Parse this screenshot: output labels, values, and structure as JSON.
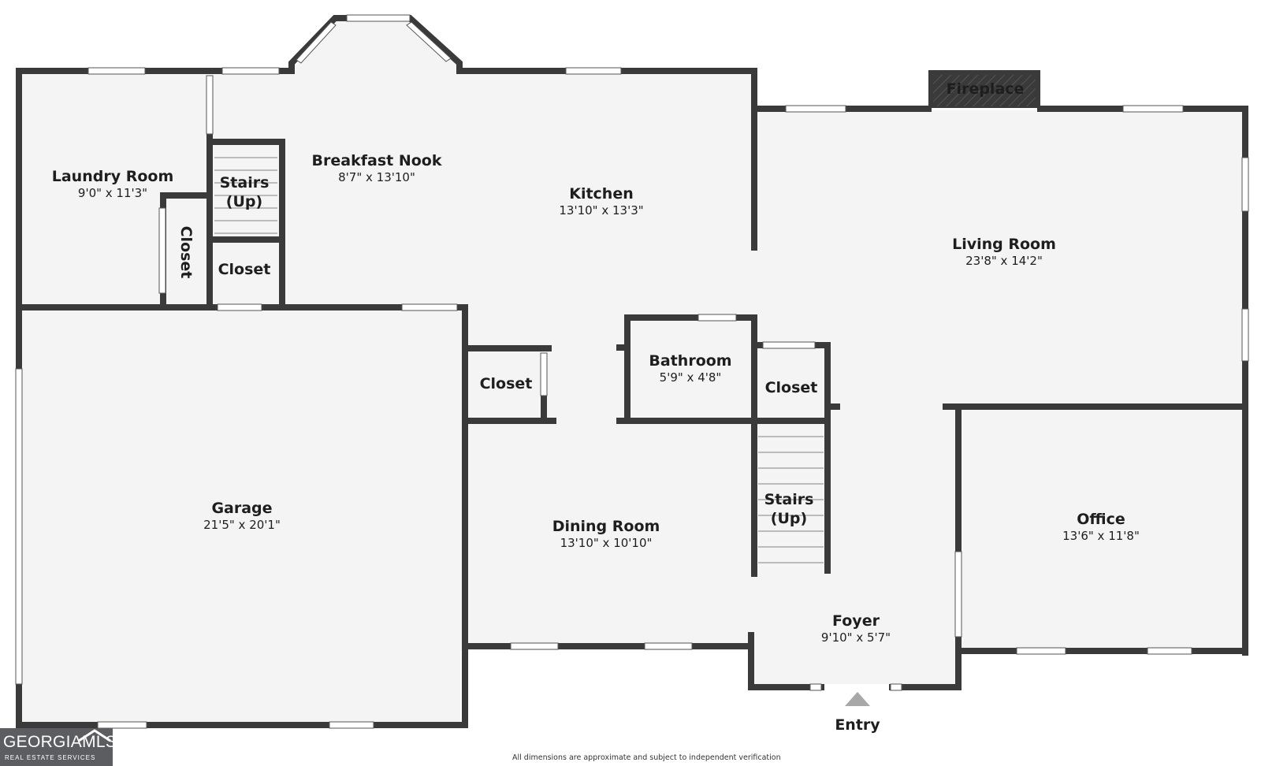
{
  "rooms": {
    "laundry": {
      "name": "Laundry Room",
      "dims": "9'0\" x 11'3\""
    },
    "breakfast_nook": {
      "name": "Breakfast Nook",
      "dims": "8'7\" x 13'10\""
    },
    "kitchen": {
      "name": "Kitchen",
      "dims": "13'10\" x 13'3\""
    },
    "living": {
      "name": "Living Room",
      "dims": "23'8\" x 14'2\""
    },
    "garage": {
      "name": "Garage",
      "dims": "21'5\" x 20'1\""
    },
    "bathroom": {
      "name": "Bathroom",
      "dims": "5'9\" x 4'8\""
    },
    "dining": {
      "name": "Dining Room",
      "dims": "13'10\" x 10'10\""
    },
    "office": {
      "name": "Office",
      "dims": "13'6\" x 11'8\""
    },
    "foyer": {
      "name": "Foyer",
      "dims": "9'10\" x 5'7\""
    }
  },
  "labels": {
    "stairs_upper_1": "Stairs",
    "stairs_upper_2": "(Up)",
    "stairs_lower_1": "Stairs",
    "stairs_lower_2": "(Up)",
    "closet_vertical": "Closet",
    "closet_laundry": "Closet",
    "closet_dining": "Closet",
    "closet_bath": "Closet",
    "fireplace": "Fireplace",
    "entry": "Entry"
  },
  "disclaimer": "All dimensions are approximate and subject to independent verification",
  "logo": {
    "brand": "GEORGIAMLS",
    "sub": "REAL ESTATE SERVICES"
  },
  "colors": {
    "wall": "#3a3a3a",
    "floor": "#f4f4f4",
    "window": "#ffffff",
    "logo_bg": "#5b5d60"
  }
}
